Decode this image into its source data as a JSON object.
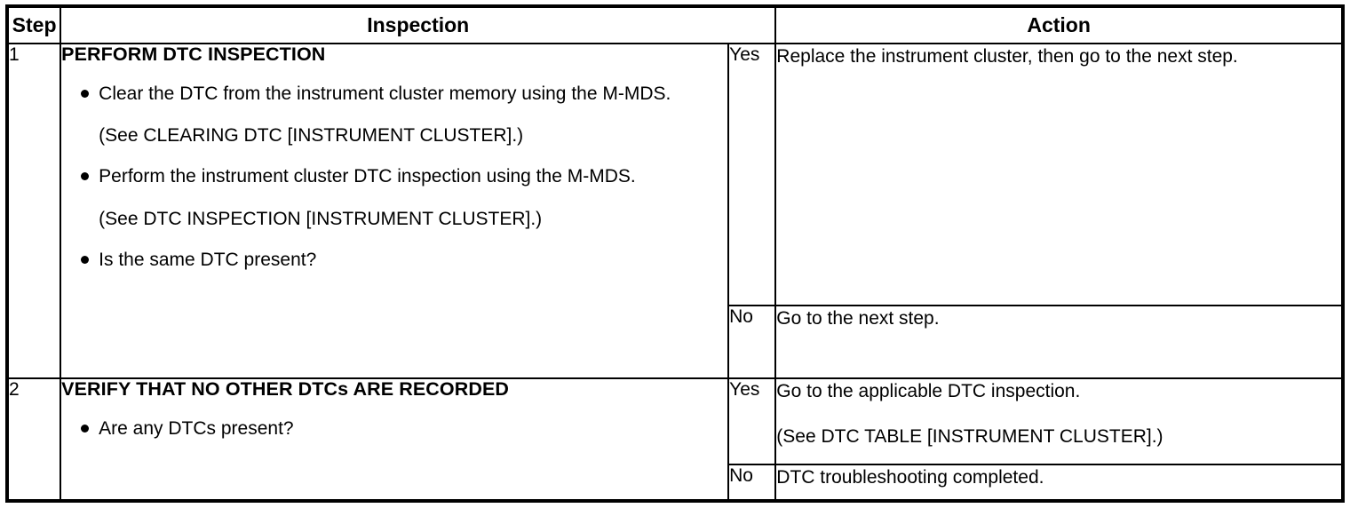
{
  "table": {
    "headers": {
      "step": "Step",
      "inspection": "Inspection",
      "action": "Action"
    },
    "rows": [
      {
        "step": "1",
        "inspection": {
          "title": "PERFORM DTC INSPECTION",
          "items": [
            {
              "type": "bullet",
              "text": "Clear the DTC from the instrument cluster memory using the M-MDS."
            },
            {
              "type": "note",
              "text": "(See CLEARING DTC [INSTRUMENT CLUSTER].)"
            },
            {
              "type": "bullet",
              "text": "Perform the instrument cluster DTC inspection using the M-MDS."
            },
            {
              "type": "note",
              "text": "(See DTC INSPECTION [INSTRUMENT CLUSTER].)"
            },
            {
              "type": "bullet",
              "text": "Is the same DTC present?"
            }
          ]
        },
        "results": [
          {
            "label": "Yes",
            "lines": [
              "Replace the instrument cluster, then go to the next step."
            ]
          },
          {
            "label": "No",
            "lines": [
              "Go to the next step."
            ]
          }
        ]
      },
      {
        "step": "2",
        "inspection": {
          "title": "VERIFY THAT NO OTHER DTCs ARE RECORDED",
          "items": [
            {
              "type": "bullet",
              "text": "Are any DTCs present?"
            }
          ]
        },
        "results": [
          {
            "label": "Yes",
            "lines": [
              "Go to the applicable DTC inspection.",
              "(See DTC TABLE [INSTRUMENT CLUSTER].)"
            ]
          },
          {
            "label": "No",
            "lines": [
              "DTC troubleshooting completed."
            ]
          }
        ]
      }
    ]
  },
  "colors": {
    "border": "#000000",
    "text": "#000000",
    "background": "#ffffff"
  }
}
